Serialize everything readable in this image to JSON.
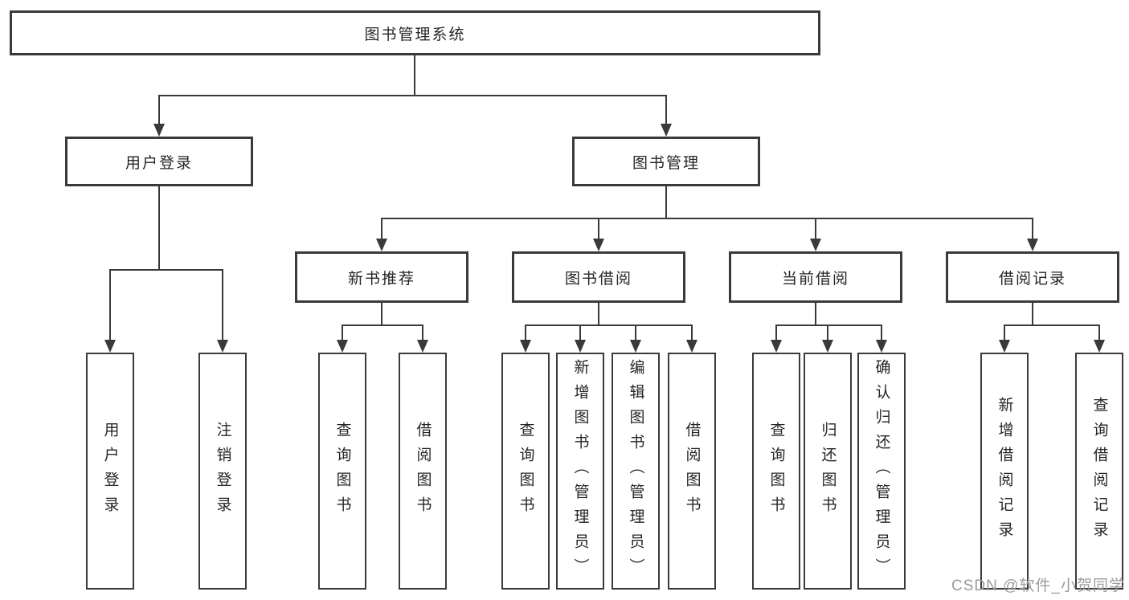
{
  "tree": {
    "label": "图书管理系统",
    "children": [
      {
        "label": "用户登录",
        "children": [
          {
            "label": "用户登录"
          },
          {
            "label": "注销登录"
          }
        ]
      },
      {
        "label": "图书管理",
        "children": [
          {
            "label": "新书推荐",
            "children": [
              {
                "label": "查询图书"
              },
              {
                "label": "借阅图书"
              }
            ]
          },
          {
            "label": "图书借阅",
            "children": [
              {
                "label": "查询图书"
              },
              {
                "label": "新增图书（管理员）"
              },
              {
                "label": "编辑图书（管理员）"
              },
              {
                "label": "借阅图书"
              }
            ]
          },
          {
            "label": "当前借阅",
            "children": [
              {
                "label": "查询图书"
              },
              {
                "label": "归还图书"
              },
              {
                "label": "确认归还（管理员）"
              }
            ]
          },
          {
            "label": "借阅记录",
            "children": [
              {
                "label": "新增借阅记录"
              },
              {
                "label": "查询借阅记录"
              }
            ]
          }
        ]
      }
    ]
  },
  "watermark": "CSDN @软件_小贺同学",
  "colors": {
    "line": "#3a3a3a",
    "text": "#262626",
    "watermark": "#9c9c9c",
    "background": "#ffffff"
  }
}
